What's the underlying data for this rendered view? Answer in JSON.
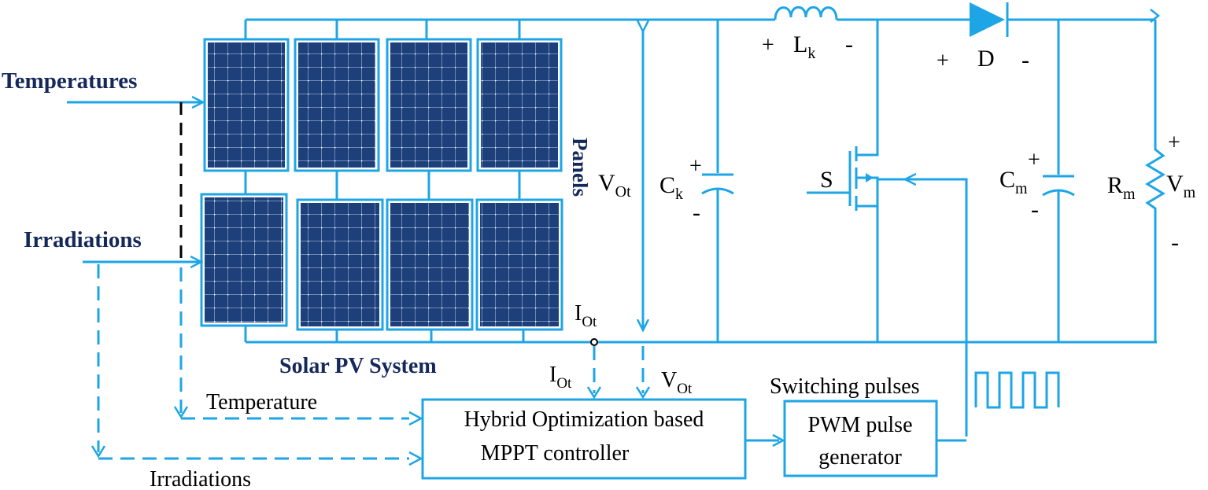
{
  "labels": {
    "temperatures": "Temperatures",
    "irradiations": "Irradiations",
    "panels": "Panels",
    "solar_pv_system": "Solar PV System",
    "temperature": "Temperature",
    "irradiations_lower": "Irradiations",
    "switching_pulses": "Switching pulses",
    "mppt_line1": "Hybrid Optimization based",
    "mppt_line2": "MPPT controller",
    "pwm_line1": "PWM pulse",
    "pwm_line2": "generator"
  },
  "symbols": {
    "inductor": {
      "base": "L",
      "sub": "k",
      "plus": "+",
      "minus": "-"
    },
    "diode": {
      "base": "D",
      "plus": "+",
      "minus": "-"
    },
    "cap_k": {
      "base": "C",
      "sub": "k",
      "plus": "+",
      "minus": "-"
    },
    "cap_m": {
      "base": "C",
      "sub": "m",
      "plus": "+",
      "minus": "-"
    },
    "res_m": {
      "base": "R",
      "sub": "m"
    },
    "v_m": {
      "base": "V",
      "sub": "m",
      "plus": "+",
      "minus": "-"
    },
    "switch": {
      "base": "S"
    },
    "v_ot": {
      "base": "V",
      "sub": "Ot"
    },
    "v_ot_ctrl": {
      "base": "V",
      "sub": "Ot"
    },
    "i_ot": {
      "base": "I",
      "sub": "Ot"
    },
    "i_ot_ctrl": {
      "base": "I",
      "sub": "Ot"
    }
  },
  "colors": {
    "wire": "#1ea5e6",
    "label_navy": "#14285a",
    "panel_cell": "#1d3f7a"
  }
}
